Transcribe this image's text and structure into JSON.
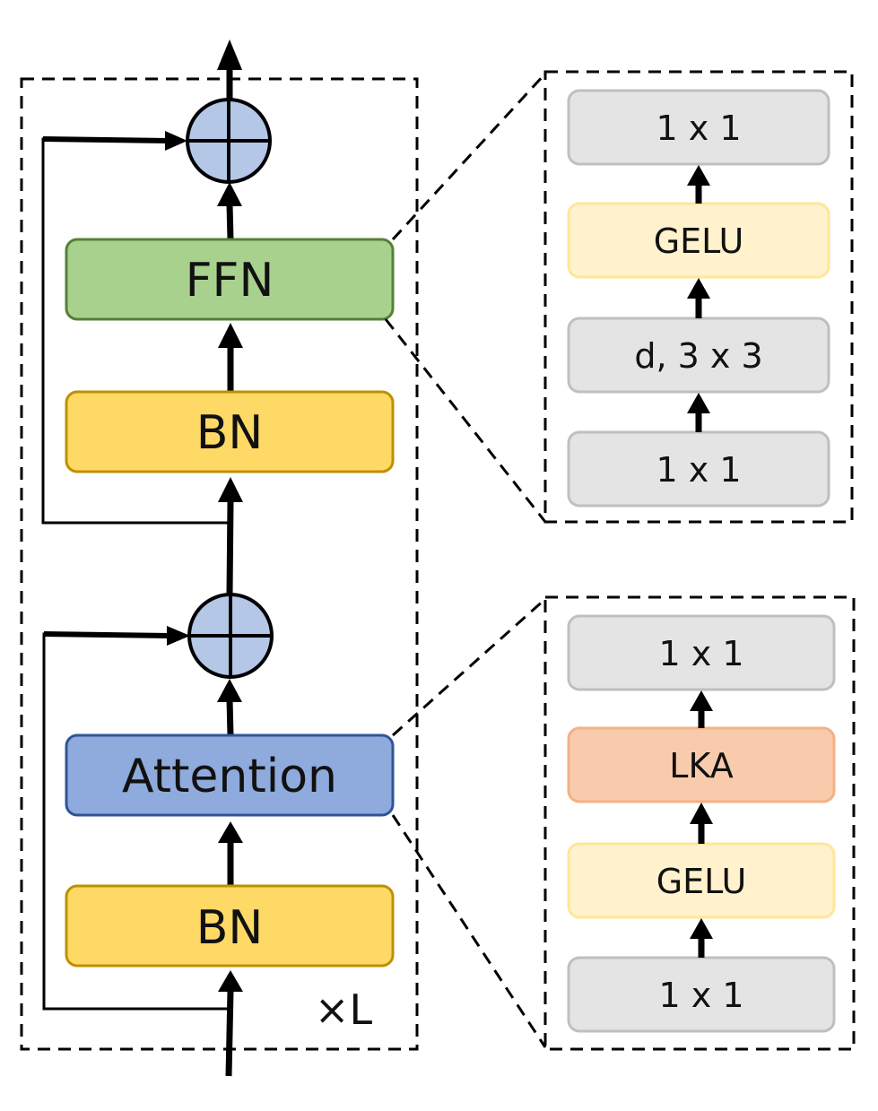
{
  "main_block": {
    "ffn_label": "FFN",
    "bn_top_label": "BN",
    "attention_label": "Attention",
    "bn_bottom_label": "BN",
    "repeat_label": "×L"
  },
  "ffn_detail": {
    "layers": [
      "1 x 1",
      "GELU",
      "d, 3 x 3",
      "1 x 1"
    ]
  },
  "attention_detail": {
    "layers": [
      "1 x 1",
      "LKA",
      "GELU",
      "1 x 1"
    ]
  },
  "colors": {
    "ffn": "#a9d18e",
    "ffn_border": "#538135",
    "bn": "#ffd966",
    "bn_border": "#bf9000",
    "attention": "#8faadc",
    "attention_border": "#2f5597",
    "add_node": "#b4c7e7",
    "conv": "#e4e4e4",
    "conv_border": "#bfbfbf",
    "gelu": "#fff2cc",
    "gelu_border": "#ffe699",
    "lka": "#f8cbad",
    "lka_border": "#f4b183"
  }
}
